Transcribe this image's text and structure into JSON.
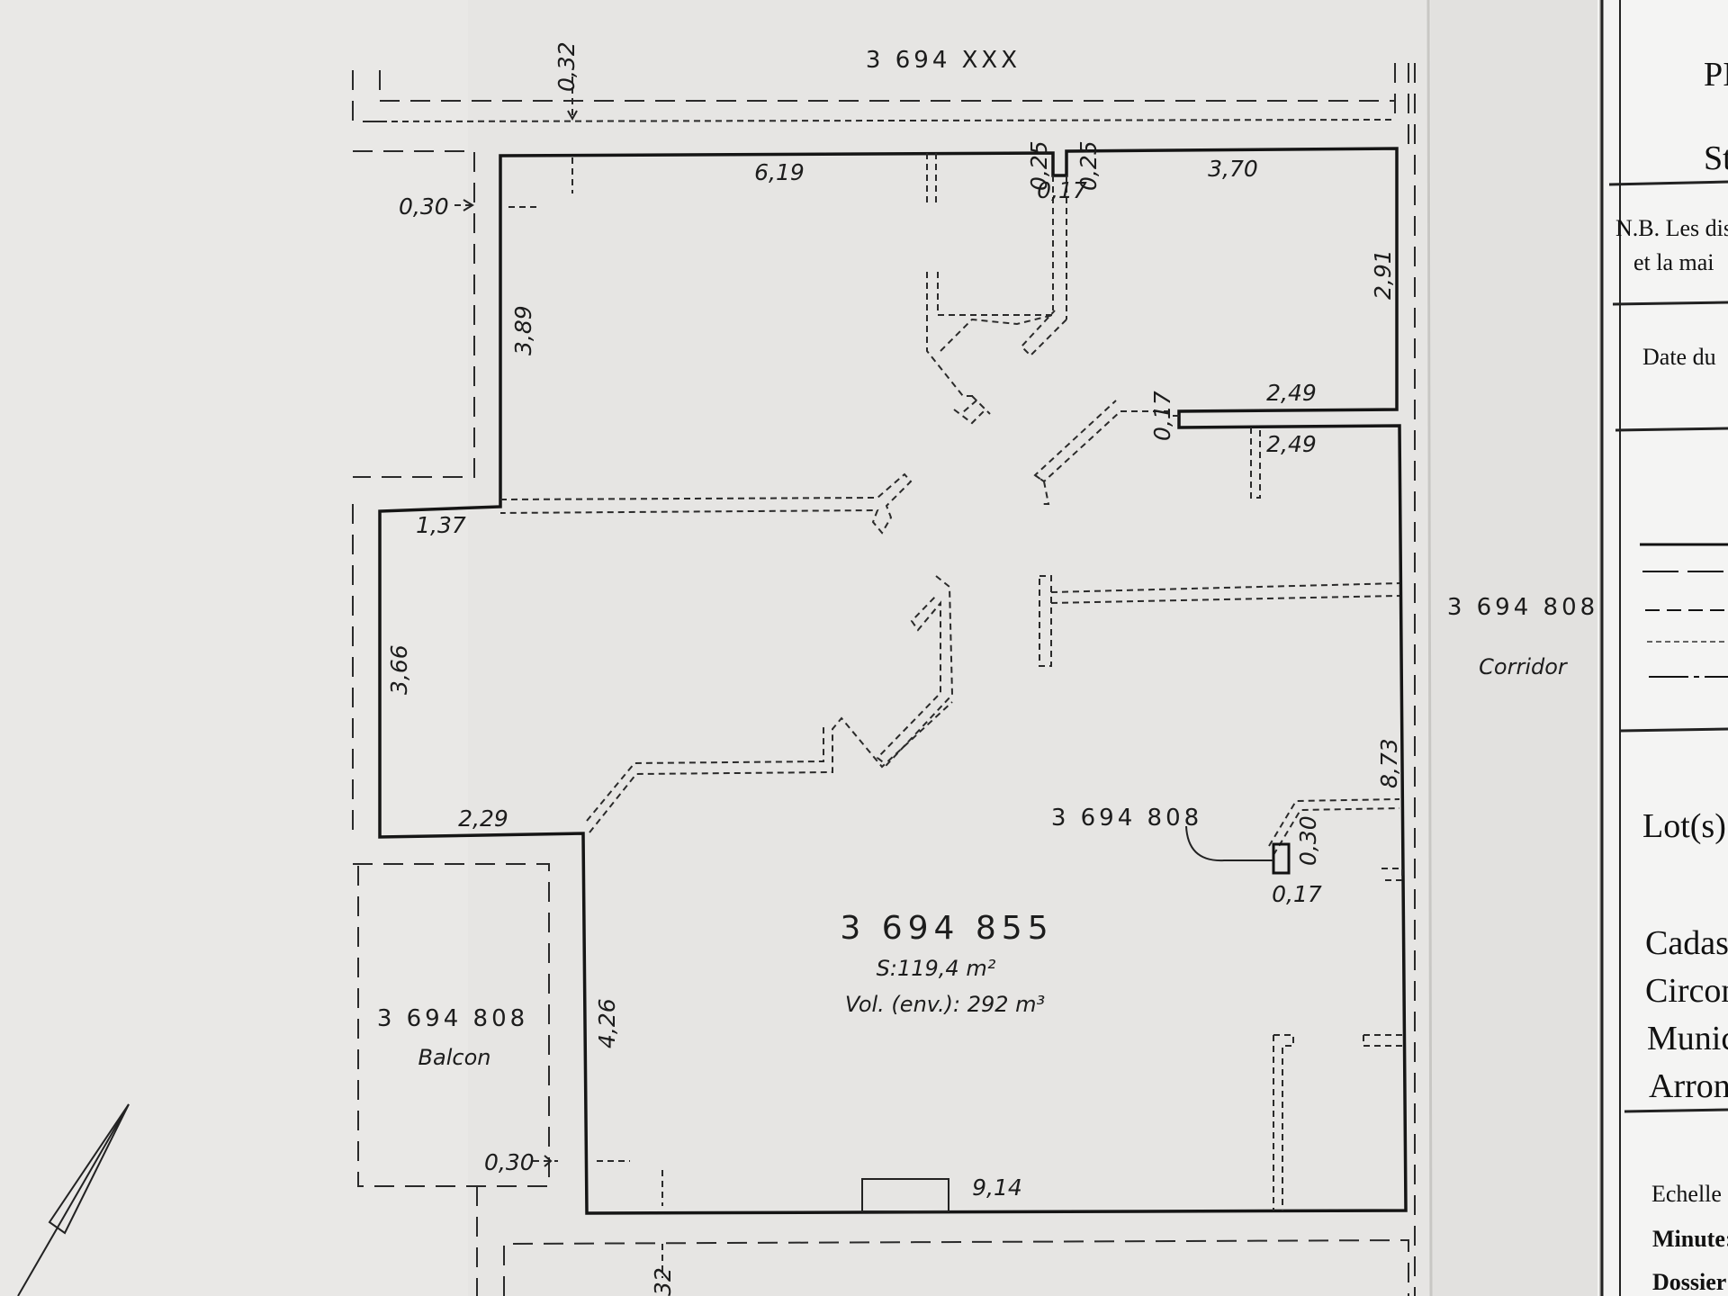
{
  "plan": {
    "top_lot": "3 694 XXX",
    "main_lot": {
      "number": "3 694 855",
      "surface": "S:119,4 m²",
      "volume": "Vol. (env.): 292 m³"
    },
    "corridor": {
      "number": "3 694 808",
      "name": "Corridor"
    },
    "balcony": {
      "number": "3 694 808",
      "name": "Balcon"
    },
    "column_lot": "3 694 808",
    "dimensions": {
      "d_032_top": "0,32",
      "d_030_left": "0,30",
      "d_619": "6,19",
      "d_025a": "0,25",
      "d_017_top": "0,17",
      "d_025b": "0,25",
      "d_370": "3,70",
      "d_291": "2,91",
      "d_389": "3,89",
      "d_249a": "2,49",
      "d_017_mid": "0,17",
      "d_249b": "2,49",
      "d_137": "1,37",
      "d_366": "3,66",
      "d_873": "8,73",
      "d_229": "2,29",
      "d_030_col": "0,30",
      "d_017_col": "0,17",
      "d_426": "4,26",
      "d_030_bottom": "0,30",
      "d_914": "9,14",
      "d_032_bottom": "32"
    }
  },
  "title_block": {
    "title_partial": "PI",
    "subtitle_partial": "St",
    "note_line1": "N.B. Les dis",
    "note_line2": "et la mai",
    "date_label": "Date du",
    "lots_label": "Lot(s)",
    "cadastre_lines": [
      "Cadas",
      "Circon",
      "Munic",
      "Arron"
    ],
    "scale_label": "Echelle",
    "minute_label": "Minute:",
    "dossier_label": "Dossier"
  }
}
